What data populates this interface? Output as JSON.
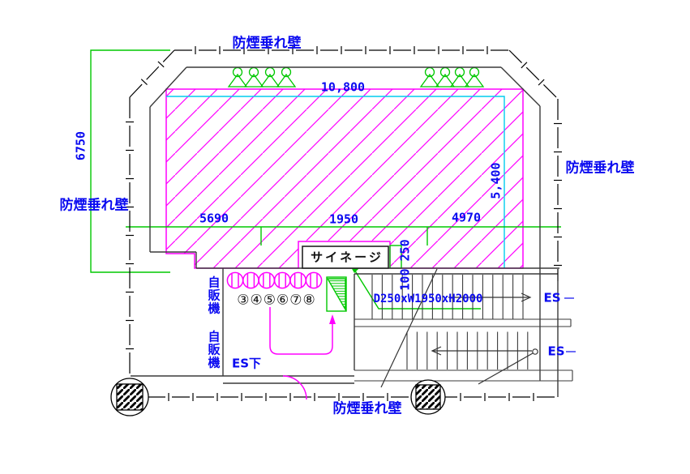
{
  "labels": {
    "smoke_barrier_wall": "防煙垂れ壁",
    "signage": "サイネージ",
    "vending_machines": "自販機 自販機",
    "es_below": "ES下",
    "escalator": "ES",
    "escalator_spec": "D250xW1950xH2000",
    "unit_numbers": "③④⑤⑥⑦⑧"
  },
  "dimensions": {
    "left_height": "6750",
    "top_width": "10,800",
    "right_height": "5,400",
    "segment_left": "5690",
    "segment_center": "1950",
    "segment_right": "4970",
    "signage_offset": "100 250"
  },
  "colors": {
    "hatch_magenta": "#FF00FF",
    "annotation_green": "#00C800",
    "inner_boundary_cyan": "#00CCEE",
    "dimension_text_blue": "#0A0AF0",
    "wall_dark": "#3A3A3A"
  }
}
